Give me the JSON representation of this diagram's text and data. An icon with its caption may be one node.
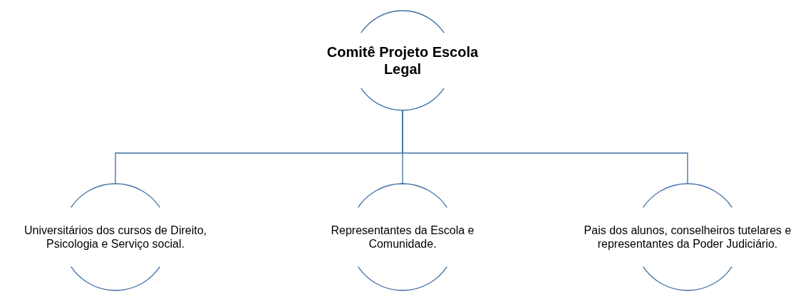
{
  "diagram": {
    "nodes": [
      {
        "text": [
          "Comitê Projeto Escola Legal"
        ]
      },
      {
        "text": [
          "Universitários dos cursos de Direito, Psicologia e Serviço social."
        ]
      },
      {
        "text": [
          "Representantes da Escola e Comunidade."
        ]
      },
      {
        "text": [
          "Pais dos alunos, conselheiros tutelares e representantes da Poder Judiciário."
        ]
      }
    ],
    "edges": [
      {
        "from": 0,
        "to": 1,
        "arrow": "none"
      },
      {
        "from": 0,
        "to": 2,
        "arrow": "none"
      },
      {
        "from": 0,
        "to": 3,
        "arrow": "none"
      }
    ]
  }
}
